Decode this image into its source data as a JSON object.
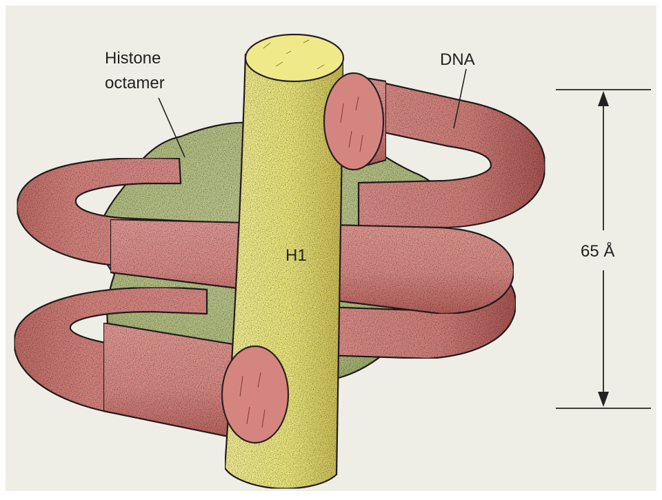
{
  "labels": {
    "histone_line1": "Histone",
    "histone_line2": "octamer",
    "dna": "DNA",
    "h1": "H1",
    "measurement": "65 Å"
  },
  "colors": {
    "background": "#eeeee6",
    "dna": "#d98b86",
    "dna_shade": "#b86560",
    "dna_end": "#d58580",
    "histone": "#b7c287",
    "histone_shade": "#95a266",
    "h1": "#ece77c",
    "h1_shade": "#cfc45c",
    "outline": "#2a2020"
  }
}
